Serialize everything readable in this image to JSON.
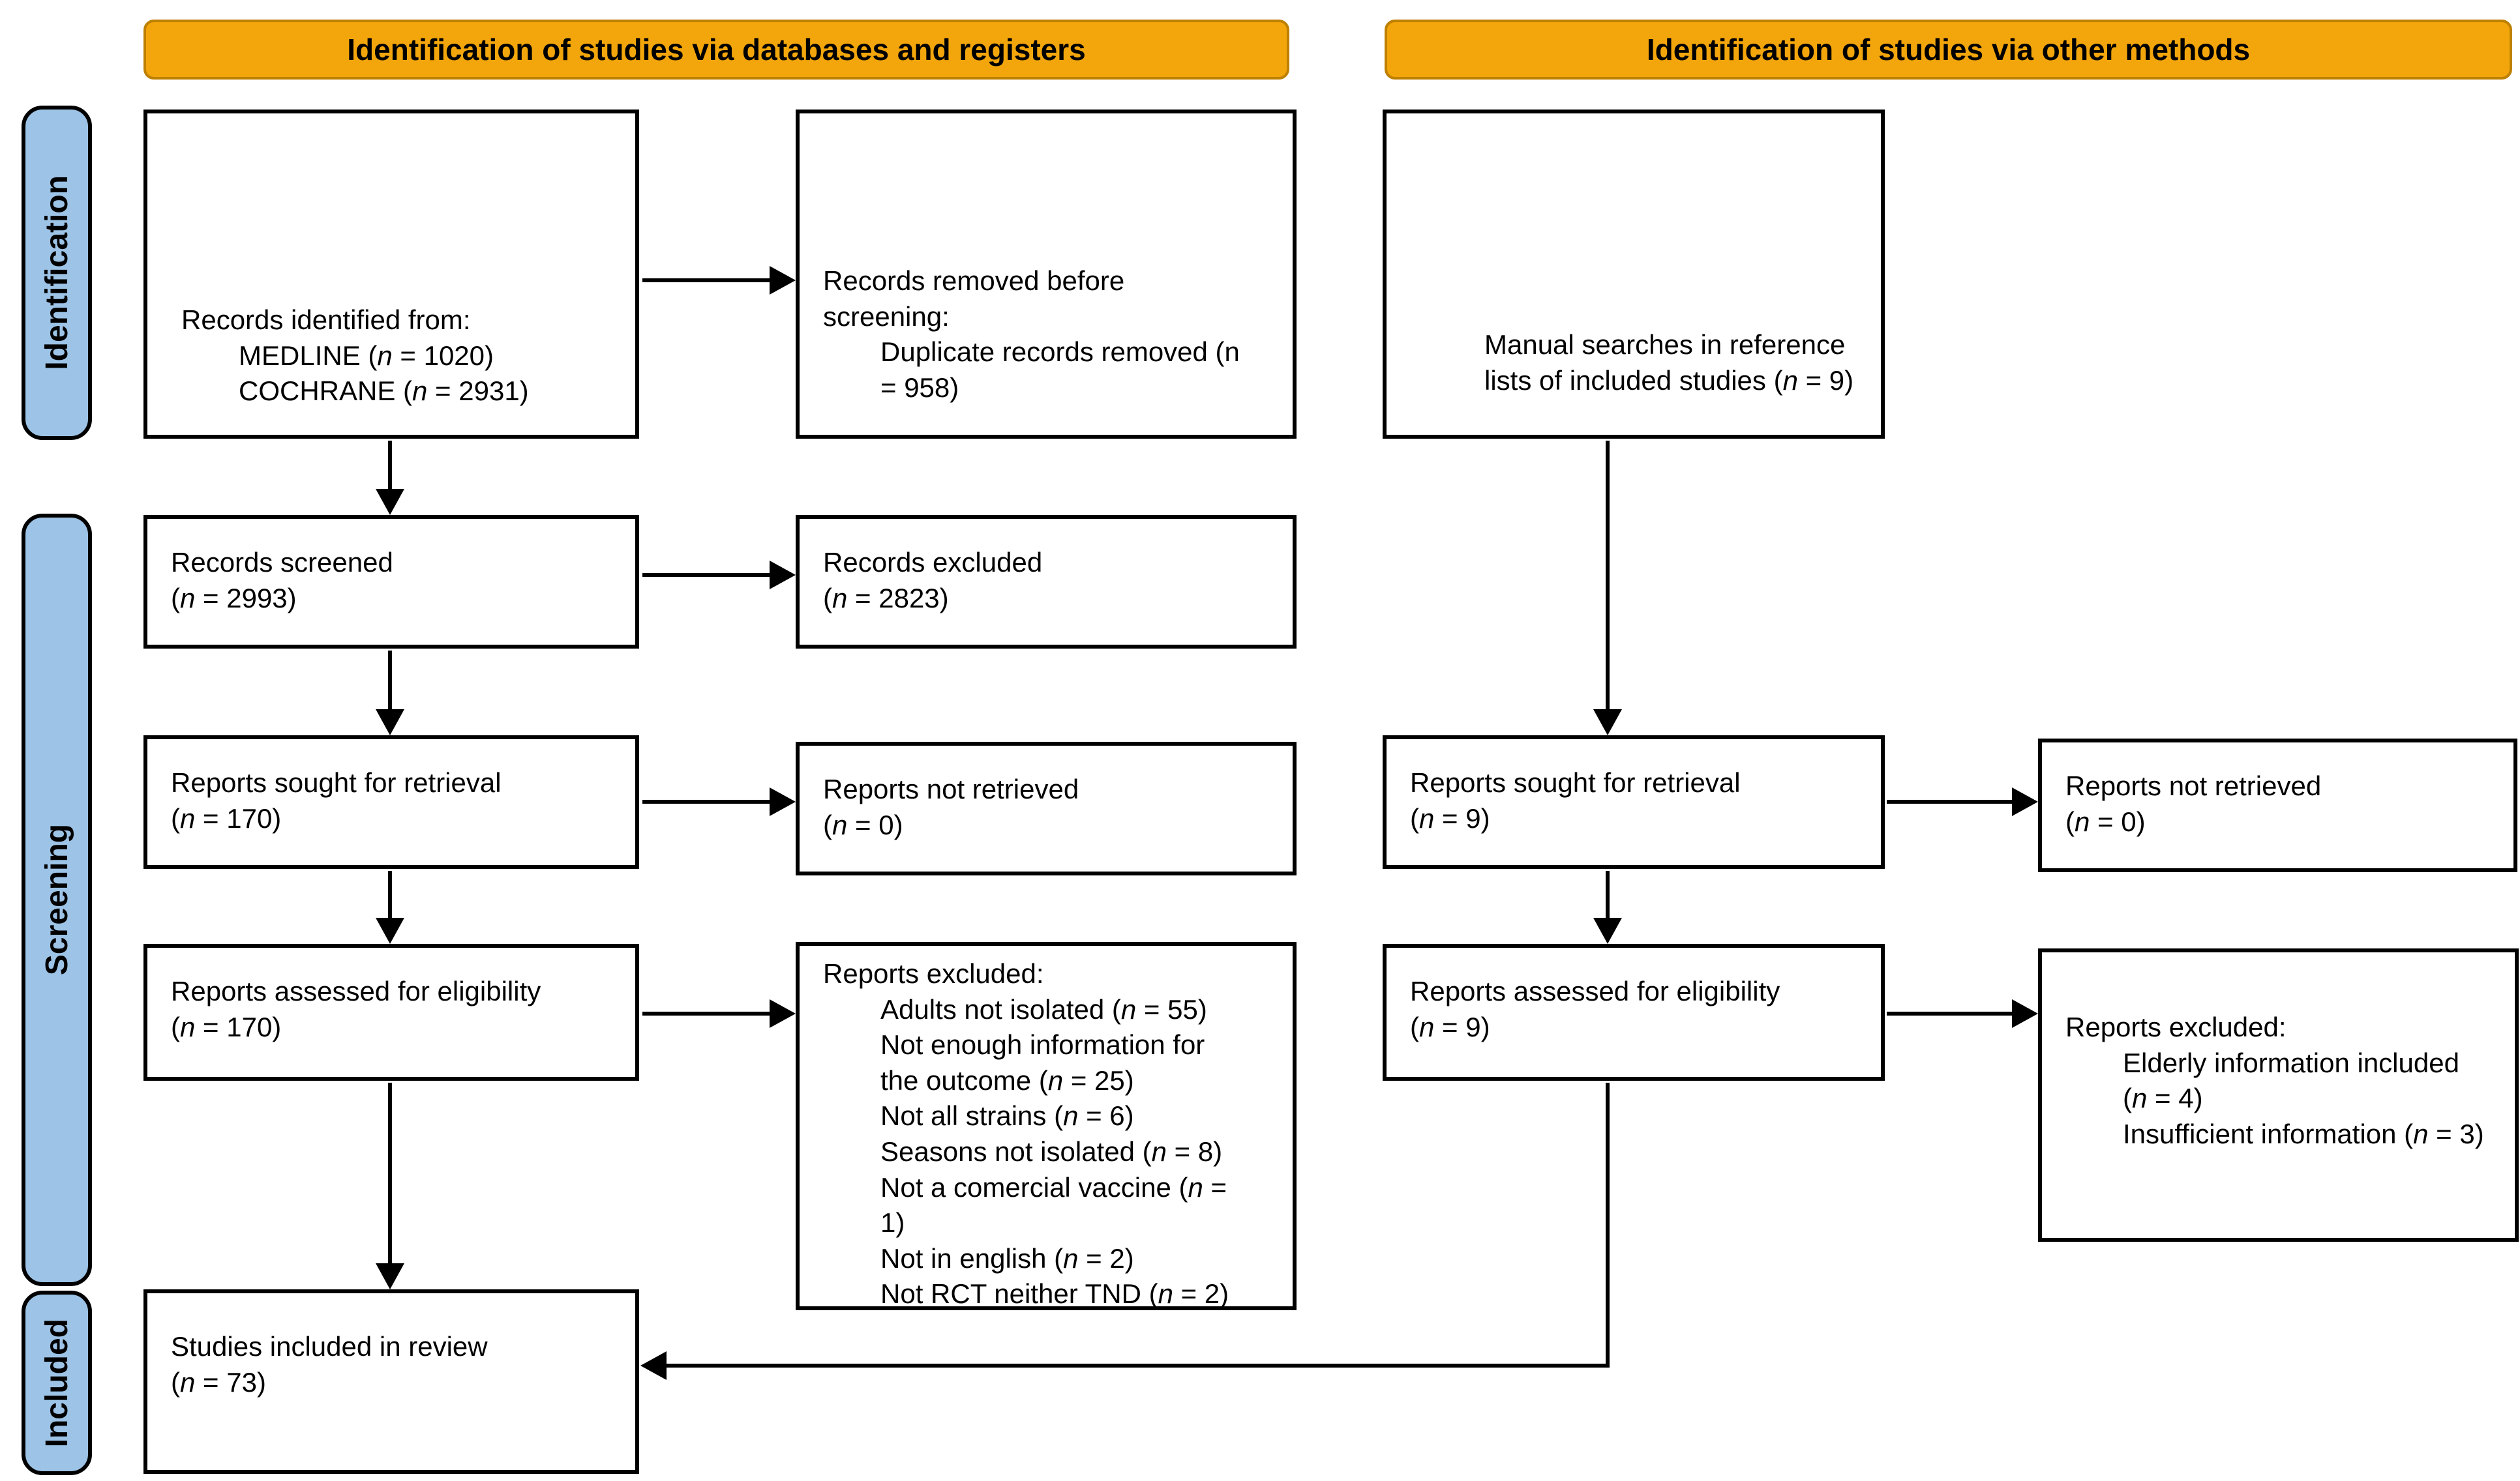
{
  "banners": [
    {
      "id": "databases",
      "label": "Identification of studies via databases and registers"
    },
    {
      "id": "other",
      "label": "Identification of studies via other methods"
    }
  ],
  "stage_labels": [
    {
      "id": "identification",
      "label": "Identification"
    },
    {
      "id": "screening",
      "label": "Screening"
    },
    {
      "id": "included",
      "label": "Included"
    }
  ],
  "colors": {
    "banner_fill": "#F3A60B",
    "banner_border": "#BE8000",
    "stage_fill": "#9DC3E6",
    "box_border": "#000000",
    "arrow": "#000000"
  },
  "boxes": [
    {
      "id": "records-identified",
      "lines": [
        {
          "t": "Records identified from:",
          "i": 0
        },
        {
          "t": "MEDLINE (n = 1020)",
          "i": 1
        },
        {
          "t": "COCHRANE (n = 2931)",
          "i": 1
        }
      ]
    },
    {
      "id": "records-removed",
      "lines": [
        {
          "t": "Records removed before",
          "i": 0
        },
        {
          "t": "screening:",
          "i": 0
        },
        {
          "t": "Duplicate records removed (n",
          "i": 1
        },
        {
          "t": "= 958)",
          "i": 1
        }
      ]
    },
    {
      "id": "manual-searches",
      "lines": [
        {
          "t": "Manual searches in reference",
          "i": 0
        },
        {
          "t": "lists of included studies (n = 9)",
          "i": 0
        }
      ]
    },
    {
      "id": "records-screened",
      "lines": [
        {
          "t": "Records screened",
          "i": 0
        },
        {
          "t": "(n = 2993)",
          "i": 0
        }
      ]
    },
    {
      "id": "records-excluded",
      "lines": [
        {
          "t": "Records excluded",
          "i": 0
        },
        {
          "t": "(n = 2823)",
          "i": 0
        }
      ]
    },
    {
      "id": "reports-sought-databases",
      "lines": [
        {
          "t": "Reports sought for retrieval",
          "i": 0
        },
        {
          "t": "(n = 170)",
          "i": 0
        }
      ]
    },
    {
      "id": "reports-not-retrieved-databases",
      "lines": [
        {
          "t": "Reports not retrieved",
          "i": 0
        },
        {
          "t": "(n = 0)",
          "i": 0
        }
      ]
    },
    {
      "id": "reports-assessed-databases",
      "lines": [
        {
          "t": "Reports assessed for eligibility",
          "i": 0
        },
        {
          "t": "(n = 170)",
          "i": 0
        }
      ]
    },
    {
      "id": "reports-excluded-databases",
      "lines": [
        {
          "t": "Reports excluded:",
          "i": 0
        },
        {
          "t": "Adults not isolated (n = 55)",
          "i": 1
        },
        {
          "t": "Not enough information for",
          "i": 1
        },
        {
          "t": "the outcome (n = 25)",
          "i": 1
        },
        {
          "t": "Not all strains (n = 6)",
          "i": 1
        },
        {
          "t": "Seasons not isolated (n = 8)",
          "i": 1
        },
        {
          "t": "Not a comercial vaccine (n =",
          "i": 1
        },
        {
          "t": "1)",
          "i": 1
        },
        {
          "t": "Not in english (n = 2)",
          "i": 1
        },
        {
          "t": "Not RCT neither TND (n = 2)",
          "i": 1
        }
      ]
    },
    {
      "id": "reports-sought-other",
      "lines": [
        {
          "t": "Reports sought for retrieval",
          "i": 0
        },
        {
          "t": "(n = 9)",
          "i": 0
        }
      ]
    },
    {
      "id": "reports-not-retrieved-other",
      "lines": [
        {
          "t": "Reports not retrieved",
          "i": 0
        },
        {
          "t": "(n = 0)",
          "i": 0
        }
      ]
    },
    {
      "id": "reports-assessed-other",
      "lines": [
        {
          "t": "Reports assessed for eligibility",
          "i": 0
        },
        {
          "t": "(n = 9)",
          "i": 0
        }
      ]
    },
    {
      "id": "reports-excluded-other",
      "lines": [
        {
          "t": "Reports excluded:",
          "i": 0
        },
        {
          "t": "Elderly information included",
          "i": 1
        },
        {
          "t": "(n = 4)",
          "i": 1
        },
        {
          "t": "Insufficient information (n = 3)",
          "i": 1
        }
      ]
    },
    {
      "id": "studies-included",
      "lines": [
        {
          "t": "Studies included in review",
          "i": 0
        },
        {
          "t": "(n = 73)",
          "i": 0
        }
      ]
    }
  ]
}
